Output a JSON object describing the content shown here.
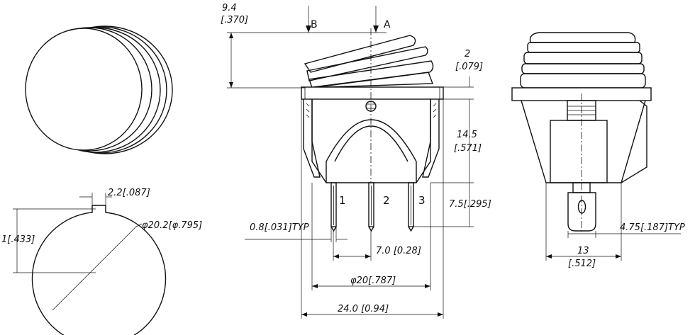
{
  "labels": {
    "height_top_a": "9.4",
    "height_top_b": "[.370]",
    "arrow_b": "B",
    "arrow_a": "A",
    "bezel_a": "2",
    "bezel_b": "[.079]",
    "body_h_a": "14.5",
    "body_h_b": "[.571]",
    "term_h": "7.5[.295]",
    "pin_w": "0.8[.031]TYP",
    "pin1": "1",
    "pin2": "2",
    "pin3": "3",
    "pitch": "7.0  [0.28]",
    "body_dia": "φ20[.787]",
    "bezel_w": "24.0  [0.94]",
    "key_w": "2.2[.087]",
    "hole_dia": "φ20.2[φ.795]",
    "hole_h": "1[.433]",
    "tab_w": "4.75[.187]TYP",
    "side_w_a": "13",
    "side_w_b": "[.512]"
  }
}
